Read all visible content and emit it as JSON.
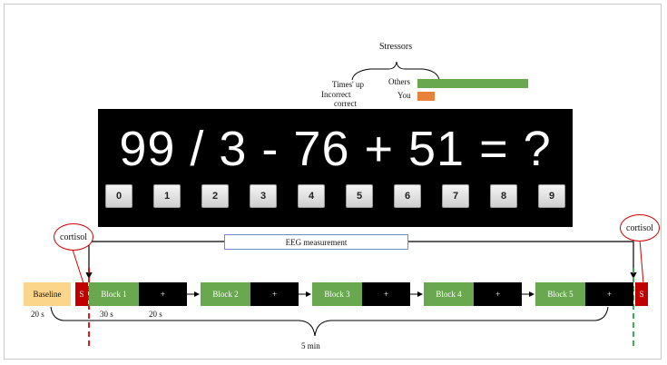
{
  "stressors": {
    "title": "Stressors",
    "times_up": "Times' up",
    "incorrect": "Incorrect",
    "correct": "correct",
    "others_label": "Others",
    "you_label": "You",
    "others_color": "#6aa84f",
    "you_color": "#e8823a"
  },
  "task": {
    "equation": "99 / 3 - 76 + 51 = ?",
    "keys": [
      "0",
      "1",
      "2",
      "3",
      "4",
      "5",
      "6",
      "7",
      "8",
      "9"
    ]
  },
  "timeline": {
    "eeg_label": "EEG measurement",
    "cortisol_left": "cortisol",
    "cortisol_right": "cortisol",
    "baseline_label": "Baseline",
    "stress_marker": "S",
    "blocks": [
      {
        "label": "Block 1",
        "fixation": "+"
      },
      {
        "label": "Block 2",
        "fixation": "+"
      },
      {
        "label": "Block 3",
        "fixation": "+"
      },
      {
        "label": "Block 4",
        "fixation": "+"
      },
      {
        "label": "Block 5",
        "fixation": "+"
      }
    ],
    "baseline_duration": "20 s",
    "block_duration": "30 s",
    "rest_duration": "20 s",
    "total_duration": "5 min",
    "block_color": "#6aa84f",
    "stress_color": "#c00000",
    "baseline_color": "#fad58a"
  }
}
